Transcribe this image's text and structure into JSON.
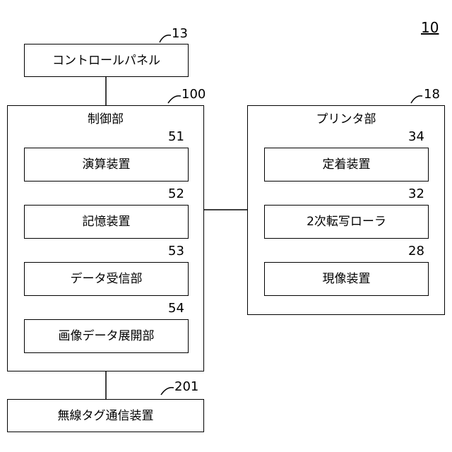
{
  "figure": {
    "number": "10"
  },
  "control_panel": {
    "label": "コントロールパネル",
    "ref": "13"
  },
  "controller": {
    "label": "制御部",
    "ref": "100",
    "modules": [
      {
        "label": "演算装置",
        "ref": "51"
      },
      {
        "label": "記憶装置",
        "ref": "52"
      },
      {
        "label": "データ受信部",
        "ref": "53"
      },
      {
        "label": "画像データ展開部",
        "ref": "54"
      }
    ]
  },
  "printer": {
    "label": "プリンタ部",
    "ref": "18",
    "modules": [
      {
        "label": "定着装置",
        "ref": "34"
      },
      {
        "label": "2次転写ローラ",
        "ref": "32"
      },
      {
        "label": "現像装置",
        "ref": "28"
      }
    ]
  },
  "wireless_tag": {
    "label": "無線タグ通信装置",
    "ref": "201"
  }
}
